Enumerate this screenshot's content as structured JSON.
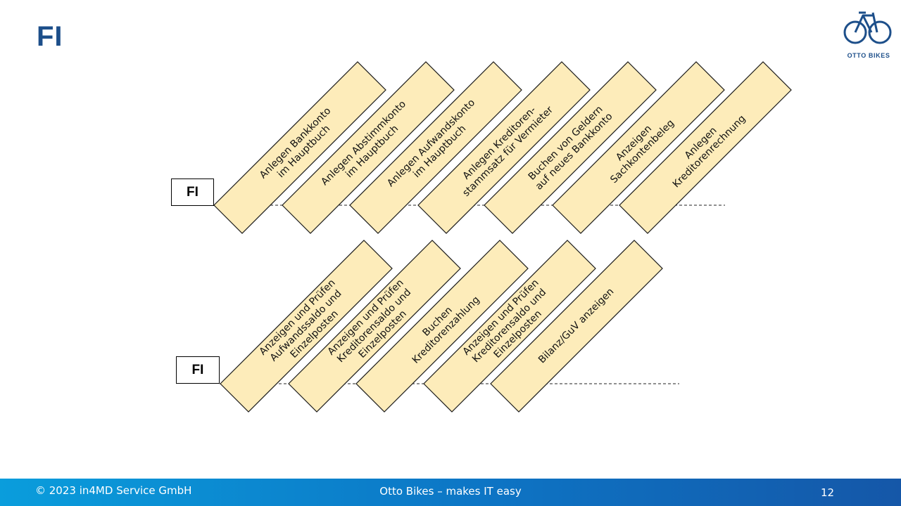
{
  "page": {
    "title": "FI"
  },
  "logo": {
    "text": "OTTO BIKES",
    "color": "#1d4f8a"
  },
  "colors": {
    "step_fill": "#fdecba",
    "step_stroke": "#1a1a1a",
    "brand": "#1d4f8a"
  },
  "lanes": [
    {
      "label": "FI",
      "steps": [
        {
          "text": "Anlegen Bankkonto\nim Hauptbuch"
        },
        {
          "text": "Anlegen Abstimmkonto\nim Hauptbuch"
        },
        {
          "text": "Anlegen Aufwandskonto\nim Hauptbuch"
        },
        {
          "text": "Anlegen Kreditoren-\nstammsatz für Vermieter"
        },
        {
          "text": "Buchen von Geldern\nauf neues Bankkonto"
        },
        {
          "text": "Anzeigen\nSachkontenbeleg"
        },
        {
          "text": "Anlegen\nKreditorenrechnung"
        }
      ]
    },
    {
      "label": "FI",
      "steps": [
        {
          "text": "Anzeigen und Prüfen\nAufwandssaldo und\nEinzelposten"
        },
        {
          "text": "Anzeigen und Prüfen\nKreditorensaldo und\nEinzelposten"
        },
        {
          "text": "Buchen\nKreditorenzahlung"
        },
        {
          "text": "Anzeigen und Prüfen\nKreditorensaldo und\nEinzelposten"
        },
        {
          "text": "Bilanz/GuV anzeigen"
        }
      ]
    }
  ],
  "footer": {
    "copyright": "© 2023 in4MD Service GmbH",
    "tagline": "Otto Bikes – makes IT easy",
    "page_number": "12"
  }
}
